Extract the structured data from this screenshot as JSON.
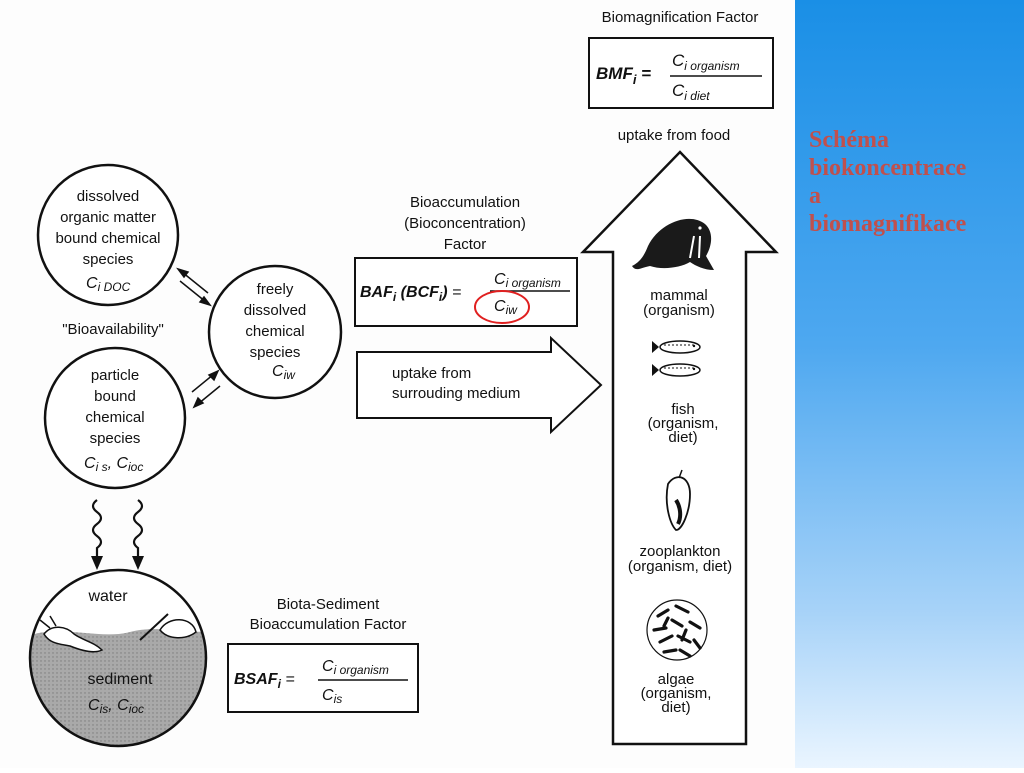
{
  "side": {
    "title_lines": [
      "Schéma",
      "biokoncentrace",
      "a",
      "biomagnifikace"
    ],
    "title_color": "#c0504d",
    "panel_color_top": "#1a8fe6"
  },
  "bmf": {
    "heading": "Biomagnification Factor",
    "lhs": "BMF",
    "num": "C",
    "num_sub": "i organism",
    "den": "C",
    "den_sub": "i diet"
  },
  "uptake_food": "uptake from food",
  "doc": {
    "lines": [
      "dissolved",
      "organic matter",
      "bound chemical",
      "species"
    ],
    "symbol": "C",
    "symbol_sub": "i DOC"
  },
  "bioavailability": "\"Bioavailability\"",
  "particle": {
    "lines": [
      "particle",
      "bound",
      "chemical",
      "species"
    ],
    "symbol1": "C",
    "symbol1_sub": "i s",
    "symbol2": "C",
    "symbol2_sub": "ioc"
  },
  "free": {
    "lines": [
      "freely",
      "dissolved",
      "chemical",
      "species"
    ],
    "symbol": "C",
    "symbol_sub": "iw"
  },
  "baf": {
    "heading_lines": [
      "Bioaccumulation",
      "(Bioconcentration)",
      "Factor"
    ],
    "lhs": "BAF",
    "lhs2": "BCF",
    "num": "C",
    "num_sub": "i organism",
    "den": "C",
    "den_sub": "iw",
    "highlight_color": "#e02020"
  },
  "uptake_medium_lines": [
    "uptake from",
    "surrouding medium"
  ],
  "sediment": {
    "water": "water",
    "label": "sediment",
    "symbol1": "C",
    "symbol1_sub": "is",
    "symbol2": "C",
    "symbol2_sub": "ioc"
  },
  "bsaf": {
    "heading_lines": [
      "Biota-Sediment",
      "Bioaccumulation Factor"
    ],
    "lhs": "BSAF",
    "num": "C",
    "num_sub": "i organism",
    "den": "C",
    "den_sub": "is"
  },
  "food_chain": [
    {
      "icon": "walrus-icon",
      "lines": [
        "mammal",
        "(organism)"
      ]
    },
    {
      "icon": "fish-icon",
      "lines": [
        "fish",
        "(organism,",
        "diet)"
      ]
    },
    {
      "icon": "zooplankton-icon",
      "lines": [
        "zooplankton",
        "(organism, diet)"
      ]
    },
    {
      "icon": "algae-icon",
      "lines": [
        "algae",
        "(organism,",
        "diet)"
      ]
    }
  ]
}
